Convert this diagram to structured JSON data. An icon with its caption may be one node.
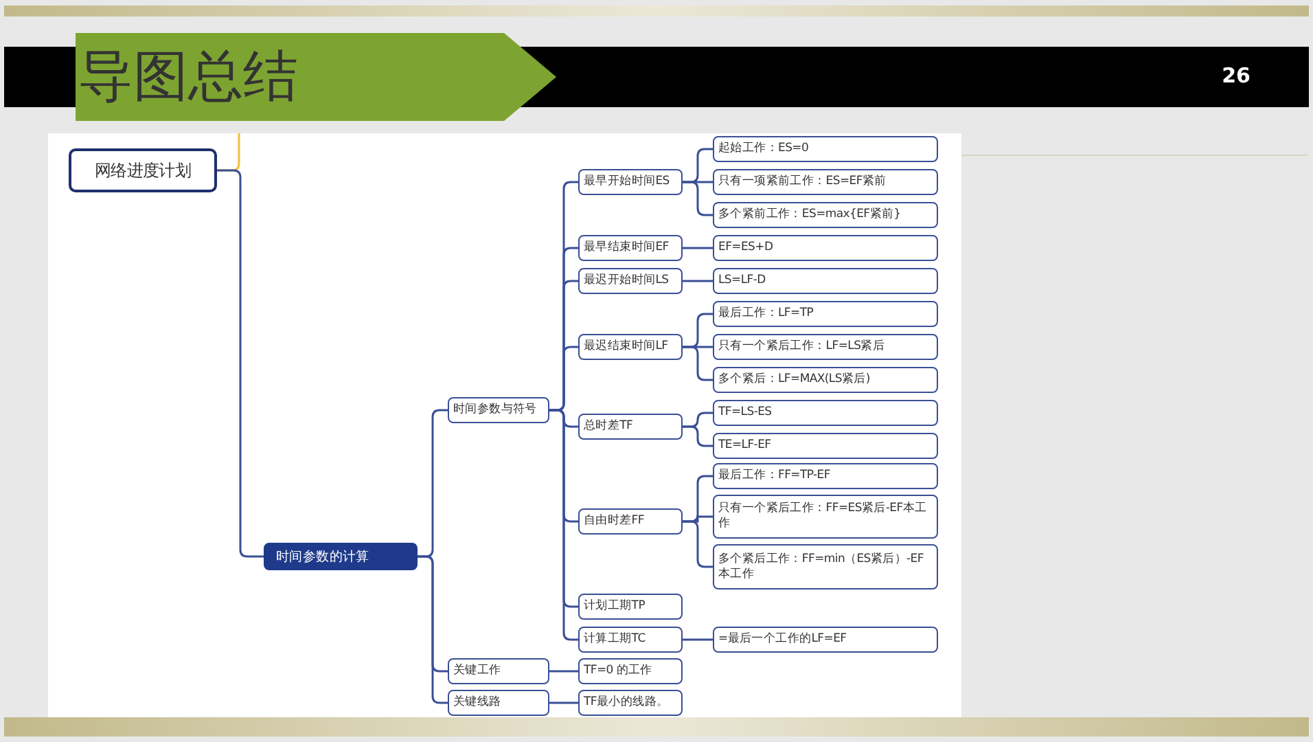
{
  "diagram": {
    "title": "导图总结",
    "nodes": [
      {
        "text": [
          "网络进度计划"
        ]
      },
      {
        "text": [
          "时间参数的计算"
        ]
      },
      {
        "text": [
          "时间参数与符号"
        ]
      },
      {
        "text": [
          "关键工作"
        ]
      },
      {
        "text": [
          "关键线路"
        ]
      },
      {
        "text": [
          "最早开始时间ES"
        ]
      },
      {
        "text": [
          "最早结束时间EF"
        ]
      },
      {
        "text": [
          "最迟开始时间LS"
        ]
      },
      {
        "text": [
          "最迟结束时间LF"
        ]
      },
      {
        "text": [
          "总时差TF"
        ]
      },
      {
        "text": [
          "自由时差FF"
        ]
      },
      {
        "text": [
          "计划工期TP"
        ]
      },
      {
        "text": [
          "计算工期TC"
        ]
      },
      {
        "text": [
          "TF=0 的工作"
        ]
      },
      {
        "text": [
          "TF最小的线路。"
        ]
      },
      {
        "text": [
          "起始工作：ES=0"
        ]
      },
      {
        "text": [
          "只有一项紧前工作：ES=EF紧前"
        ]
      },
      {
        "text": [
          "多个紧前工作：ES=max{EF紧前}"
        ]
      },
      {
        "text": [
          "EF=ES+D"
        ]
      },
      {
        "text": [
          "LS=LF-D"
        ]
      },
      {
        "text": [
          "最后工作：LF=TP"
        ]
      },
      {
        "text": [
          "只有一个紧后工作：LF=LS紧后"
        ]
      },
      {
        "text": [
          "多个紧后：LF=MAX(LS紧后)"
        ]
      },
      {
        "text": [
          "TF=LS-ES"
        ]
      },
      {
        "text": [
          "TE=LF-EF"
        ]
      },
      {
        "text": [
          "最后工作：FF=TP-EF"
        ]
      },
      {
        "text": [
          "只有一个紧后工作：FF=ES紧后-EF本工作"
        ]
      },
      {
        "text": [
          "多个紧后工作：FF=min（ES紧后）-EF本工作"
        ]
      },
      {
        "text": [
          "=最后一个工作的LF=EF"
        ]
      }
    ],
    "edges": [
      {
        "from": 0,
        "to": null,
        "arrow": "none",
        "color": "#f2c037"
      },
      {
        "from": 0,
        "to": 1,
        "arrow": "none"
      },
      {
        "from": 1,
        "to": 2,
        "arrow": "none"
      },
      {
        "from": 1,
        "to": 3,
        "arrow": "none"
      },
      {
        "from": 1,
        "to": 4,
        "arrow": "none"
      },
      {
        "from": 2,
        "to": 5,
        "arrow": "none"
      },
      {
        "from": 2,
        "to": 6,
        "arrow": "none"
      },
      {
        "from": 2,
        "to": 7,
        "arrow": "none"
      },
      {
        "from": 2,
        "to": 8,
        "arrow": "none"
      },
      {
        "from": 2,
        "to": 9,
        "arrow": "none"
      },
      {
        "from": 2,
        "to": 10,
        "arrow": "none"
      },
      {
        "from": 2,
        "to": 11,
        "arrow": "none"
      },
      {
        "from": 2,
        "to": 12,
        "arrow": "none"
      },
      {
        "from": 3,
        "to": 13,
        "arrow": "none"
      },
      {
        "from": 4,
        "to": 14,
        "arrow": "none"
      },
      {
        "from": 5,
        "to": 15,
        "arrow": "none"
      },
      {
        "from": 5,
        "to": 16,
        "arrow": "none"
      },
      {
        "from": 5,
        "to": 17,
        "arrow": "none"
      },
      {
        "from": 6,
        "to": 18,
        "arrow": "none"
      },
      {
        "from": 7,
        "to": 19,
        "arrow": "none"
      },
      {
        "from": 8,
        "to": 20,
        "arrow": "none"
      },
      {
        "from": 8,
        "to": 21,
        "arrow": "none"
      },
      {
        "from": 8,
        "to": 22,
        "arrow": "none"
      },
      {
        "from": 9,
        "to": 23,
        "arrow": "none"
      },
      {
        "from": 9,
        "to": 24,
        "arrow": "none"
      },
      {
        "from": 10,
        "to": 25,
        "arrow": "none"
      },
      {
        "from": 10,
        "to": 26,
        "arrow": "none"
      },
      {
        "from": 10,
        "to": 27,
        "arrow": "none"
      },
      {
        "from": 12,
        "to": 28,
        "arrow": "none"
      }
    ],
    "labels": [
      "26"
    ]
  }
}
